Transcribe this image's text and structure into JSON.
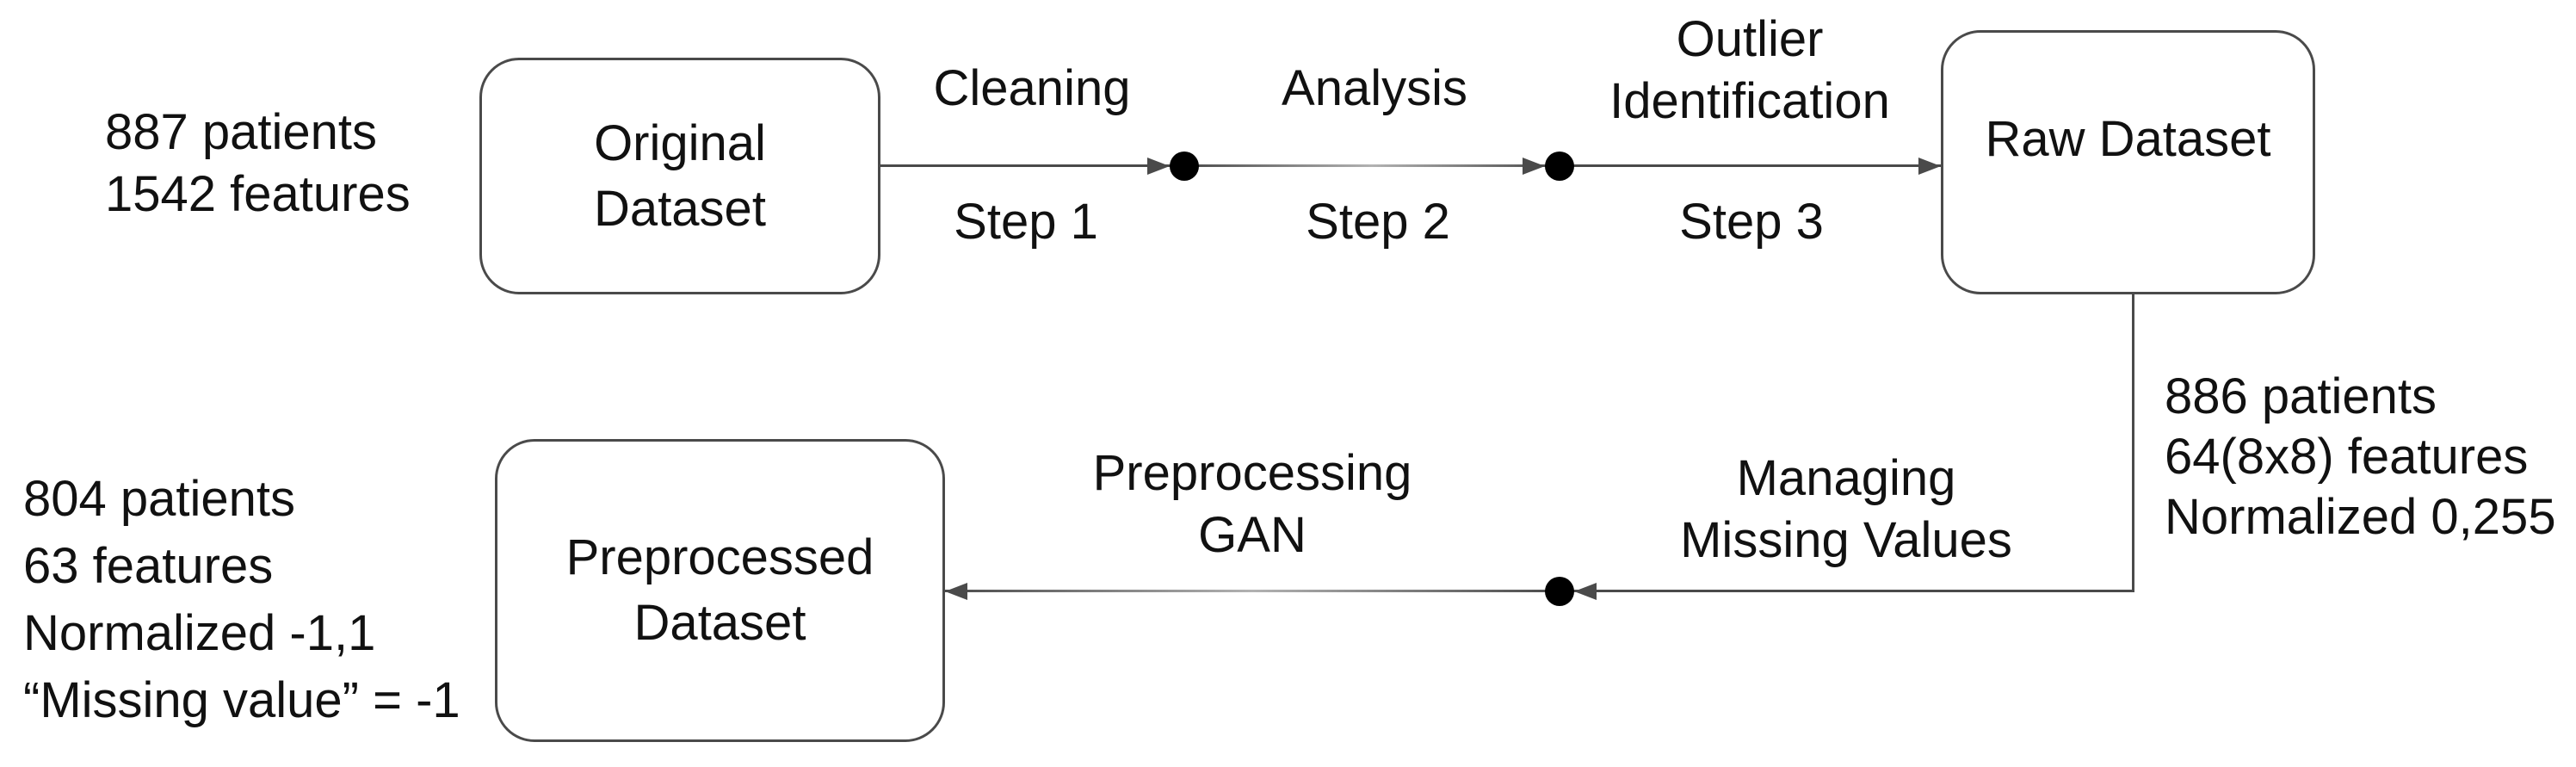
{
  "colors": {
    "background": "#ffffff",
    "line": "#4a4a4a",
    "text": "#111111",
    "dot": "#000000"
  },
  "nodes": {
    "original": {
      "line1": "Original",
      "line2": "Dataset"
    },
    "raw": {
      "line1": "Raw Dataset"
    },
    "preprocessed": {
      "line1": "Preprocessed",
      "line2": "Dataset"
    }
  },
  "annotations": {
    "original_stats": {
      "line1": "887 patients",
      "line2": "1542 features"
    },
    "raw_stats": {
      "line1": "886 patients",
      "line2": "64(8x8) features",
      "line3": "Normalized 0,255"
    },
    "preprocessed_stats": {
      "line1": "804 patients",
      "line2": "63 features",
      "line3": "Normalized -1,1",
      "line4": "“Missing value” = -1"
    }
  },
  "top_flow": {
    "stage1": {
      "label": "Cleaning",
      "step": "Step 1"
    },
    "stage2": {
      "label": "Analysis",
      "step": "Step 2"
    },
    "stage3": {
      "label_line1": "Outlier",
      "label_line2": "Identification",
      "step": "Step 3"
    }
  },
  "bottom_flow": {
    "managing": {
      "line1": "Managing",
      "line2": "Missing Values"
    },
    "preprocessing": {
      "line1": "Preprocessing",
      "line2": "GAN"
    }
  }
}
